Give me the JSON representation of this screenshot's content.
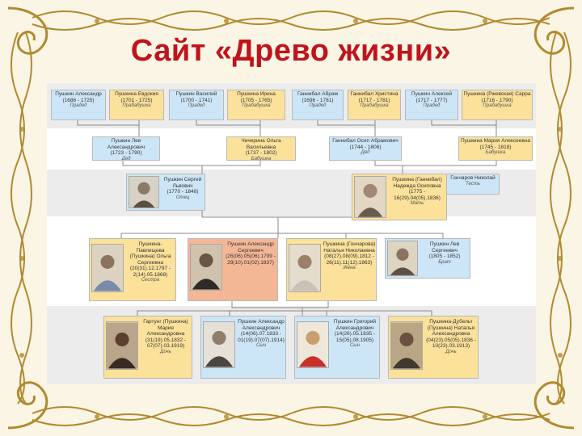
{
  "title": "Сайт «Древо жизни»",
  "colors": {
    "title": "#c0141b",
    "male_card": "#cde6f7",
    "female_card": "#fbe19a",
    "focus_card": "#f4b796",
    "ornament": "#b08a2e"
  },
  "generations": [
    {
      "cards": [
        {
          "name": "Пушкин Александр",
          "dates": "(1686 - 1725)",
          "role": "Прадед",
          "color": "blue"
        },
        {
          "name": "Пушкина Евдокия",
          "dates": "(1701 - 1725)",
          "role": "Прабабушка",
          "color": "yellow"
        },
        {
          "name": "Пушкин Василий",
          "dates": "(1700 - 1741)",
          "role": "Прадед",
          "color": "blue"
        },
        {
          "name": "Ганнибал Абрам",
          "dates": "(1696 - 1781)",
          "role": "Прадед",
          "color": "blue"
        },
        {
          "name": "Пушкина Ирина",
          "dates": "(1705 - 1765)",
          "role": "Прабабушка",
          "color": "yellow"
        },
        {
          "name": "Ганнибал Христина",
          "dates": "(1717 - 1781)",
          "role": "Прабабушка",
          "color": "yellow"
        },
        {
          "name": "Пушкин Алексей",
          "dates": "(1717 - 1777)",
          "role": "Прадед",
          "color": "blue"
        },
        {
          "name": "Пушкина (Ржевская) Сарра",
          "dates": "(1716 - 1790)",
          "role": "Прабабушка",
          "color": "yellow"
        }
      ]
    },
    {
      "cards": [
        {
          "name": "Пушкин Лев Александрович",
          "dates": "(1723 - 1790)",
          "role": "Дед",
          "color": "blue"
        },
        {
          "name": "Чичерина Ольга Васильевна",
          "dates": "(1737 - 1802)",
          "role": "Бабушка",
          "color": "yellow"
        },
        {
          "name": "Ганнибал Осип Абрамович",
          "dates": "(1744 - 1806)",
          "role": "Дед",
          "color": "blue"
        },
        {
          "name": "Пушкина Мария Алексеевна",
          "dates": "(1745 - 1818)",
          "role": "Бабушка",
          "color": "yellow"
        }
      ]
    },
    {
      "cards": [
        {
          "name": "Пушкин Сергей Львович",
          "dates": "(1770 - 1848)",
          "role": "Отец",
          "color": "blue"
        },
        {
          "name": "Пушкина (Ганнибал) Надежда Осиповна",
          "dates": "(1775 - 16(29).04(05).1836)",
          "role": "Мать",
          "color": "yellow"
        },
        {
          "name": "Гончаров Николай",
          "dates": "",
          "role": "Тесть",
          "color": "blue"
        }
      ]
    },
    {
      "cards": [
        {
          "name": "Пушкина-Павлищева (Пушкина) Ольга Сергеевна",
          "dates": "(20(31).12.1797 - 2(14).05.1868)",
          "role": "Сестра",
          "color": "yellow"
        },
        {
          "name": "Пушкин Александр Сергеевич",
          "dates": "(26(06).05(06).1799 - 29(10).01(02).1837)",
          "role": "",
          "color": "pink"
        },
        {
          "name": "Пушкина (Гончарова) Наталья Николаевна",
          "dates": "(08(27).08(09).1812 - 26(11).11(12).1863)",
          "role": "Жена",
          "color": "yellow"
        },
        {
          "name": "Пушкин Лев Сергеевич",
          "dates": "(1805 - 1852)",
          "role": "Брат",
          "color": "blue"
        }
      ]
    },
    {
      "cards": [
        {
          "name": "Гартунг (Пушкина) Мария Александровна",
          "dates": "(31(19).05.1832 - 07(07).03.1919)",
          "role": "Дочь",
          "color": "yellow"
        },
        {
          "name": "Пушкин Александр Александрович",
          "dates": "(14(06).07.1833 - 01(19).07(07).1914)",
          "role": "Сын",
          "color": "blue"
        },
        {
          "name": "Пушкин Григорий Александрович",
          "dates": "(14(26).05.1835 - 15(05).08.1905)",
          "role": "Сын",
          "color": "blue"
        },
        {
          "name": "Пушкина-Дубельт (Пушкина) Наталья Александровна",
          "dates": "(04(23).05(05).1836 - 10(23).03.1913)",
          "role": "Дочь",
          "color": "yellow"
        }
      ]
    }
  ]
}
